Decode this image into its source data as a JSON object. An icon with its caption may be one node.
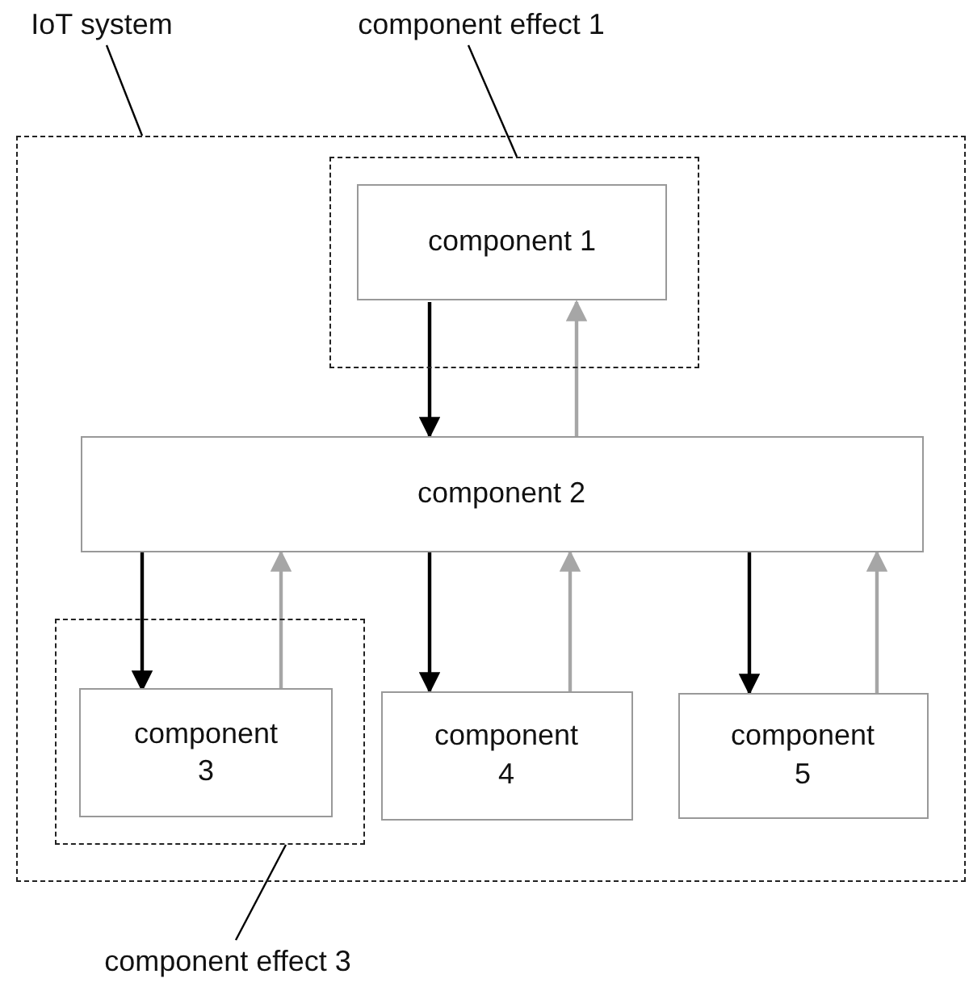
{
  "diagram": {
    "nodes": [
      {
        "text": [
          "IoT system"
        ]
      },
      {
        "text": [],
        "shape": "box"
      },
      {
        "text": [
          "component effect 1"
        ]
      },
      {
        "text": [],
        "shape": "box",
        "in": 1
      },
      {
        "text": [
          "component 1"
        ],
        "in": 3
      },
      {
        "text": [
          "component 2"
        ],
        "in": 1
      },
      {
        "text": [],
        "shape": "box",
        "in": 1
      },
      {
        "text": [
          "component 3"
        ],
        "in": 6
      },
      {
        "text": [
          "component 4"
        ],
        "in": 1
      },
      {
        "text": [
          "component 5"
        ],
        "in": 1
      },
      {
        "text": [
          "component effect 3"
        ]
      }
    ],
    "edges": [
      {
        "from": 0,
        "to": 1,
        "arrow": "none"
      },
      {
        "from": 2,
        "to": 3,
        "arrow": "none"
      },
      {
        "from": 4,
        "to": 5,
        "arrow": "to"
      },
      {
        "from": 5,
        "to": 4,
        "arrow": "to",
        "color": "#a6a6a6"
      },
      {
        "from": 5,
        "to": 7,
        "arrow": "to"
      },
      {
        "from": 7,
        "to": 5,
        "arrow": "to",
        "color": "#a6a6a6"
      },
      {
        "from": 5,
        "to": 8,
        "arrow": "to"
      },
      {
        "from": 8,
        "to": 5,
        "arrow": "to",
        "color": "#a6a6a6"
      },
      {
        "from": 5,
        "to": 9,
        "arrow": "to"
      },
      {
        "from": 9,
        "to": 5,
        "arrow": "to",
        "color": "#a6a6a6"
      },
      {
        "from": 10,
        "to": 6,
        "arrow": "none"
      }
    ]
  }
}
